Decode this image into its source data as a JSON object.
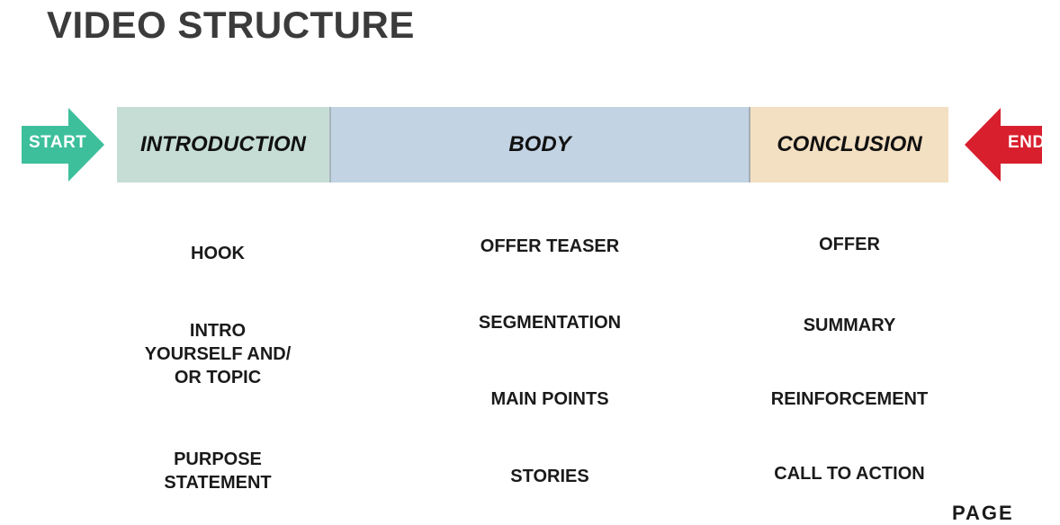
{
  "title": "VIDEO STRUCTURE",
  "arrows": {
    "start": "START",
    "end": "END"
  },
  "colors": {
    "start_arrow": "#3dbf9c",
    "end_arrow": "#d81f2e",
    "introduction": "#c6ddd6",
    "body": "#c2d3e3",
    "conclusion": "#f3dfc1"
  },
  "sections": {
    "introduction": {
      "label": "INTRODUCTION",
      "items": [
        "HOOK",
        "INTRO\nYOURSELF AND/\nOR TOPIC",
        "PURPOSE\nSTATEMENT"
      ]
    },
    "body": {
      "label": "BODY",
      "items": [
        "OFFER TEASER",
        "SEGMENTATION",
        "MAIN POINTS",
        "STORIES"
      ]
    },
    "conclusion": {
      "label": "CONCLUSION",
      "items": [
        "OFFER",
        "SUMMARY",
        "REINFORCEMENT",
        "CALL TO ACTION"
      ]
    }
  },
  "corner_text": "PAGE"
}
